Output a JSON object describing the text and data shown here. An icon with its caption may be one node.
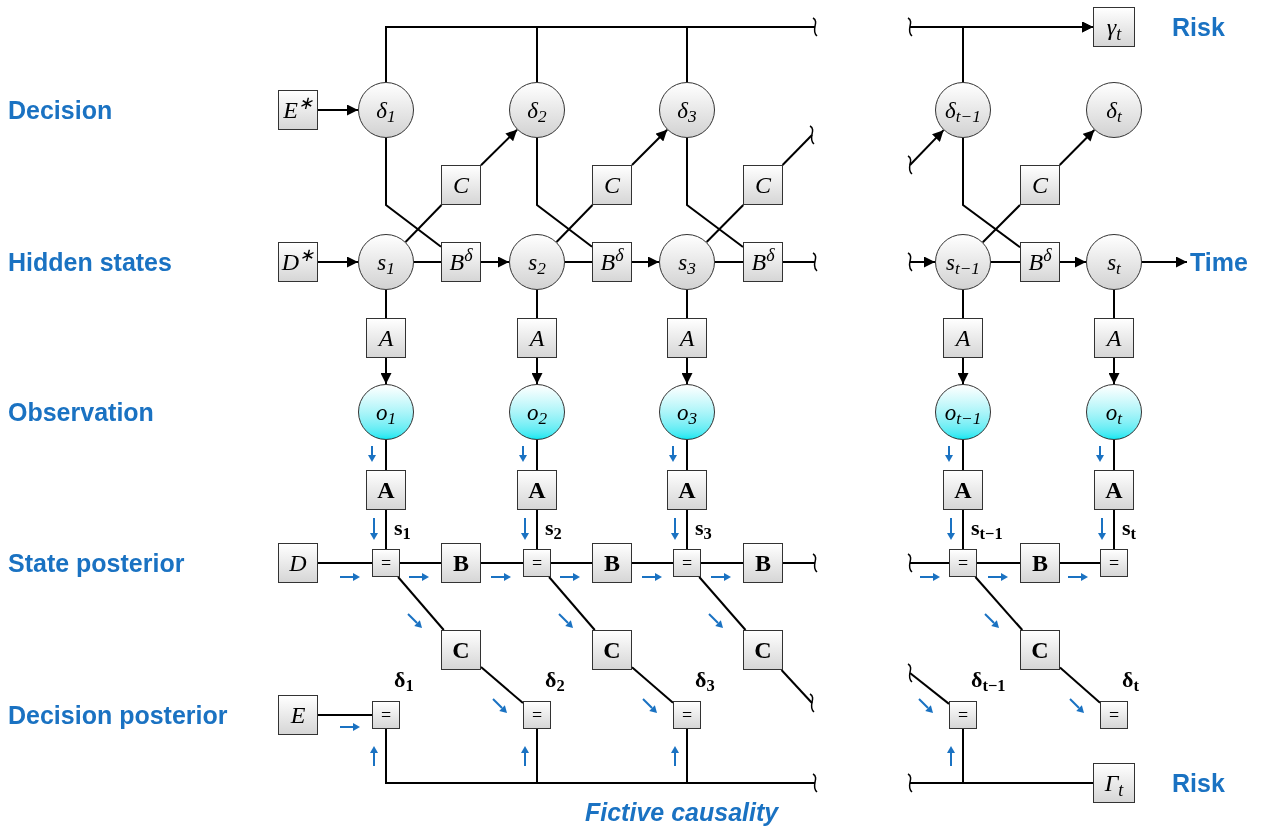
{
  "diagram": {
    "nodes": [
      {
        "text": [
          "γ$_{t}$"
        ]
      },
      {
        "text": [
          "E$^{∗}$"
        ]
      },
      {
        "text": [
          "δ$_{1}$"
        ]
      },
      {
        "text": [
          "δ$_{2}$"
        ]
      },
      {
        "text": [
          "δ$_{3}$"
        ]
      },
      {
        "text": [
          "δ$_{t−1}$"
        ]
      },
      {
        "text": [
          "δ$_{t}$"
        ]
      },
      {
        "text": [
          "C"
        ]
      },
      {
        "text": [
          "C"
        ]
      },
      {
        "text": [
          "C"
        ]
      },
      {
        "text": [
          "C"
        ]
      },
      {
        "text": [
          "D$^{∗}$"
        ]
      },
      {
        "text": [
          "s$_{1}$"
        ]
      },
      {
        "text": [
          "B$^{δ}$"
        ]
      },
      {
        "text": [
          "s$_{2}$"
        ]
      },
      {
        "text": [
          "B$^{δ}$"
        ]
      },
      {
        "text": [
          "s$_{3}$"
        ]
      },
      {
        "text": [
          "B$^{δ}$"
        ]
      },
      {
        "text": [
          "s$_{t−1}$"
        ]
      },
      {
        "text": [
          "B$^{δ}$"
        ]
      },
      {
        "text": [
          "s$_{t}$"
        ]
      },
      {
        "text": [
          "A"
        ]
      },
      {
        "text": [
          "A"
        ]
      },
      {
        "text": [
          "A"
        ]
      },
      {
        "text": [
          "A"
        ]
      },
      {
        "text": [
          "A"
        ]
      },
      {
        "text": [
          "o$_{1}$"
        ]
      },
      {
        "text": [
          "o$_{2}$"
        ]
      },
      {
        "text": [
          "o$_{3}$"
        ]
      },
      {
        "text": [
          "o$_{t−1}$"
        ]
      },
      {
        "text": [
          "o$_{t}$"
        ]
      },
      {
        "text": [
          "A"
        ]
      },
      {
        "text": [
          "A"
        ]
      },
      {
        "text": [
          "A"
        ]
      },
      {
        "text": [
          "A"
        ]
      },
      {
        "text": [
          "A"
        ]
      },
      {
        "text": [
          "D"
        ]
      },
      {
        "text": [
          "="
        ],
        "beside": [
          "s$_{1}$"
        ]
      },
      {
        "text": [
          "B"
        ]
      },
      {
        "text": [
          "="
        ],
        "beside": [
          "s$_{2}$"
        ]
      },
      {
        "text": [
          "B"
        ]
      },
      {
        "text": [
          "="
        ],
        "beside": [
          "s$_{3}$"
        ]
      },
      {
        "text": [
          "B"
        ]
      },
      {
        "text": [
          "="
        ],
        "beside": [
          "s$_{t−1}$"
        ]
      },
      {
        "text": [
          "B"
        ]
      },
      {
        "text": [
          "="
        ],
        "beside": [
          "s$_{t}$"
        ]
      },
      {
        "text": [
          "C"
        ]
      },
      {
        "text": [
          "C"
        ]
      },
      {
        "text": [
          "C"
        ]
      },
      {
        "text": [
          "C"
        ]
      },
      {
        "text": [
          "E"
        ]
      },
      {
        "text": [
          "="
        ],
        "beside": [
          "δ$_{1}$"
        ]
      },
      {
        "text": [
          "="
        ],
        "beside": [
          "δ$_{2}$"
        ]
      },
      {
        "text": [
          "="
        ],
        "beside": [
          "δ$_{3}$"
        ]
      },
      {
        "text": [
          "="
        ],
        "beside": [
          "δ$_{t−1}$"
        ]
      },
      {
        "text": [
          "="
        ],
        "beside": [
          "δ$_{t}$"
        ]
      },
      {
        "text": [
          "Γ$_{t}$"
        ]
      },
      {
        "text": [
          "Time"
        ]
      }
    ],
    "edges": [
      {
        "from": 1,
        "to": 2,
        "arrow": "to"
      },
      {
        "from": 2,
        "to": null,
        "arrow": "none"
      },
      {
        "from": 3,
        "to": null,
        "arrow": "none"
      },
      {
        "from": 4,
        "to": null,
        "arrow": "none"
      },
      {
        "from": 5,
        "to": 0,
        "arrow": "to"
      },
      {
        "from": 2,
        "to": 13,
        "arrow": "none"
      },
      {
        "from": 3,
        "to": 15,
        "arrow": "none"
      },
      {
        "from": 4,
        "to": 17,
        "arrow": "none"
      },
      {
        "from": 5,
        "to": 19,
        "arrow": "none"
      },
      {
        "from": 12,
        "to": 7,
        "arrow": "none"
      },
      {
        "from": 7,
        "to": 3,
        "arrow": "to"
      },
      {
        "from": 14,
        "to": 8,
        "arrow": "none"
      },
      {
        "from": 8,
        "to": 4,
        "arrow": "to"
      },
      {
        "from": 16,
        "to": 9,
        "arrow": "none"
      },
      {
        "from": 9,
        "to": null,
        "arrow": "none"
      },
      {
        "from": null,
        "to": 5,
        "arrow": "to"
      },
      {
        "from": 18,
        "to": 10,
        "arrow": "none"
      },
      {
        "from": 10,
        "to": 6,
        "arrow": "to"
      },
      {
        "from": 11,
        "to": 12,
        "arrow": "to"
      },
      {
        "from": 12,
        "to": 13,
        "arrow": "none"
      },
      {
        "from": 13,
        "to": 14,
        "arrow": "to"
      },
      {
        "from": 14,
        "to": 15,
        "arrow": "none"
      },
      {
        "from": 15,
        "to": 16,
        "arrow": "to"
      },
      {
        "from": 16,
        "to": 17,
        "arrow": "none"
      },
      {
        "from": 17,
        "to": null,
        "arrow": "none"
      },
      {
        "from": null,
        "to": 18,
        "arrow": "to"
      },
      {
        "from": 18,
        "to": 19,
        "arrow": "none"
      },
      {
        "from": 19,
        "to": 20,
        "arrow": "to"
      },
      {
        "from": 20,
        "to": 57,
        "arrow": "to"
      },
      {
        "from": 12,
        "to": 21,
        "arrow": "none"
      },
      {
        "from": 14,
        "to": 22,
        "arrow": "none"
      },
      {
        "from": 16,
        "to": 23,
        "arrow": "none"
      },
      {
        "from": 18,
        "to": 24,
        "arrow": "none"
      },
      {
        "from": 20,
        "to": 25,
        "arrow": "none"
      },
      {
        "from": 21,
        "to": 26,
        "arrow": "to"
      },
      {
        "from": 22,
        "to": 27,
        "arrow": "to"
      },
      {
        "from": 23,
        "to": 28,
        "arrow": "to"
      },
      {
        "from": 24,
        "to": 29,
        "arrow": "to"
      },
      {
        "from": 25,
        "to": 30,
        "arrow": "to"
      },
      {
        "from": 26,
        "to": 31,
        "arrow": "none"
      },
      {
        "from": 27,
        "to": 32,
        "arrow": "none"
      },
      {
        "from": 28,
        "to": 33,
        "arrow": "none"
      },
      {
        "from": 29,
        "to": 34,
        "arrow": "none"
      },
      {
        "from": 30,
        "to": 35,
        "arrow": "none"
      },
      {
        "from": 31,
        "to": 37,
        "arrow": "none"
      },
      {
        "from": 32,
        "to": 39,
        "arrow": "none"
      },
      {
        "from": 33,
        "to": 41,
        "arrow": "none"
      },
      {
        "from": 34,
        "to": 43,
        "arrow": "none"
      },
      {
        "from": 35,
        "to": 45,
        "arrow": "none"
      },
      {
        "from": 36,
        "to": 37,
        "arrow": "none"
      },
      {
        "from": 37,
        "to": 38,
        "arrow": "none"
      },
      {
        "from": 38,
        "to": 39,
        "arrow": "none"
      },
      {
        "from": 39,
        "to": 40,
        "arrow": "none"
      },
      {
        "from": 40,
        "to": 41,
        "arrow": "none"
      },
      {
        "from": 41,
        "to": 42,
        "arrow": "none"
      },
      {
        "from": 42,
        "to": null,
        "arrow": "none"
      },
      {
        "from": null,
        "to": 43,
        "arrow": "none"
      },
      {
        "from": 43,
        "to": 44,
        "arrow": "none"
      },
      {
        "from": 44,
        "to": 45,
        "arrow": "none"
      },
      {
        "from": 37,
        "to": 46,
        "arrow": "none"
      },
      {
        "from": 46,
        "to": 52,
        "arrow": "none"
      },
      {
        "from": 39,
        "to": 47,
        "arrow": "none"
      },
      {
        "from": 47,
        "to": 53,
        "arrow": "none"
      },
      {
        "from": 41,
        "to": 48,
        "arrow": "none"
      },
      {
        "from": 48,
        "to": null,
        "arrow": "none"
      },
      {
        "from": null,
        "to": 54,
        "arrow": "none"
      },
      {
        "from": 43,
        "to": 49,
        "arrow": "none"
      },
      {
        "from": 49,
        "to": 55,
        "arrow": "none"
      },
      {
        "from": 50,
        "to": 51,
        "arrow": "none"
      },
      {
        "from": 51,
        "to": null,
        "arrow": "none"
      },
      {
        "from": 52,
        "to": null,
        "arrow": "none"
      },
      {
        "from": 53,
        "to": null,
        "arrow": "none"
      },
      {
        "from": 54,
        "to": 56,
        "arrow": "none"
      },
      {
        "from": null,
        "to": 0,
        "arrow": "to"
      },
      {
        "from": null,
        "to": 56,
        "arrow": "none"
      }
    ],
    "labels": [
      "Risk",
      "Decision",
      "Hidden states",
      "Observation",
      "State posterior",
      "Decision posterior",
      "Risk",
      "Fictive causality"
    ]
  }
}
